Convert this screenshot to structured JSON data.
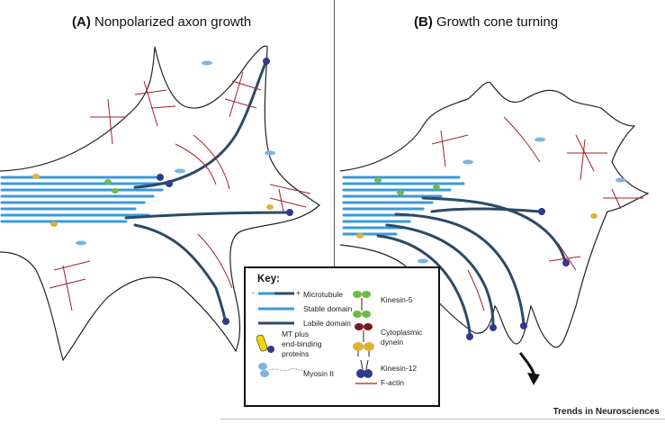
{
  "panels": {
    "a": {
      "label": "(A)",
      "title": "Nonpolarized axon growth"
    },
    "b": {
      "label": "(B)",
      "title": "Growth cone turning"
    }
  },
  "key": {
    "title": "Key:",
    "minus": "-",
    "plus": "+",
    "microtubule": "Microtubule",
    "stable": "Stable domain",
    "labile": "Labile domain",
    "mt_plus_1": "MT plus",
    "mt_plus_2": "end-binding",
    "mt_plus_3": "proteins",
    "myosin": "Myosin II",
    "kinesin5": "Kinesin-5",
    "dynein_1": "Cytoplasmic",
    "dynein_2": "dynein",
    "kinesin12": "Kinesin-12",
    "factin": "F-actin"
  },
  "colors": {
    "stable": "#3a9ad9",
    "labile": "#2b4a66",
    "actin": "#a31f2a",
    "plus_end": "#f5d800",
    "myosin": "#7fb4e0",
    "kinesin5": "#6dbb45",
    "dynein_motor": "#e0b13a",
    "dynein_head": "#7a1820",
    "kinesin12": "#2f3a8f"
  },
  "footer": "Trends in Neurosciences"
}
